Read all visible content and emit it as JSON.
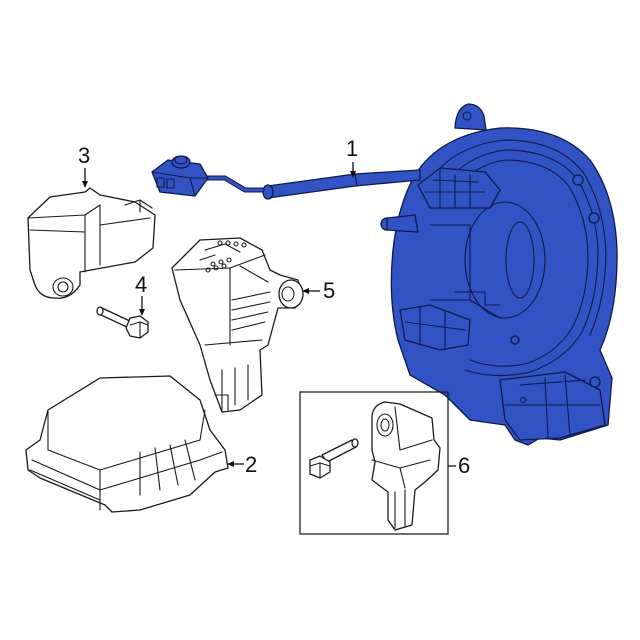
{
  "diagram": {
    "title": "Airbag / Clockspring Assembly Exploded Parts Diagram",
    "highlight_color": "#3253c4",
    "outline_color": "#1a1a1a",
    "background": "#ffffff",
    "callouts": [
      {
        "id": "1",
        "label": "1",
        "part": "clockspring-assembly",
        "highlighted": true
      },
      {
        "id": "2",
        "label": "2",
        "part": "airbag-control-module",
        "highlighted": false
      },
      {
        "id": "3",
        "label": "3",
        "part": "impact-sensor",
        "highlighted": false
      },
      {
        "id": "4",
        "label": "4",
        "part": "mounting-bolt",
        "highlighted": false
      },
      {
        "id": "5",
        "label": "5",
        "part": "side-impact-sensor",
        "highlighted": false
      },
      {
        "id": "6",
        "label": "6",
        "part": "front-impact-sensor-kit",
        "highlighted": false
      }
    ]
  }
}
